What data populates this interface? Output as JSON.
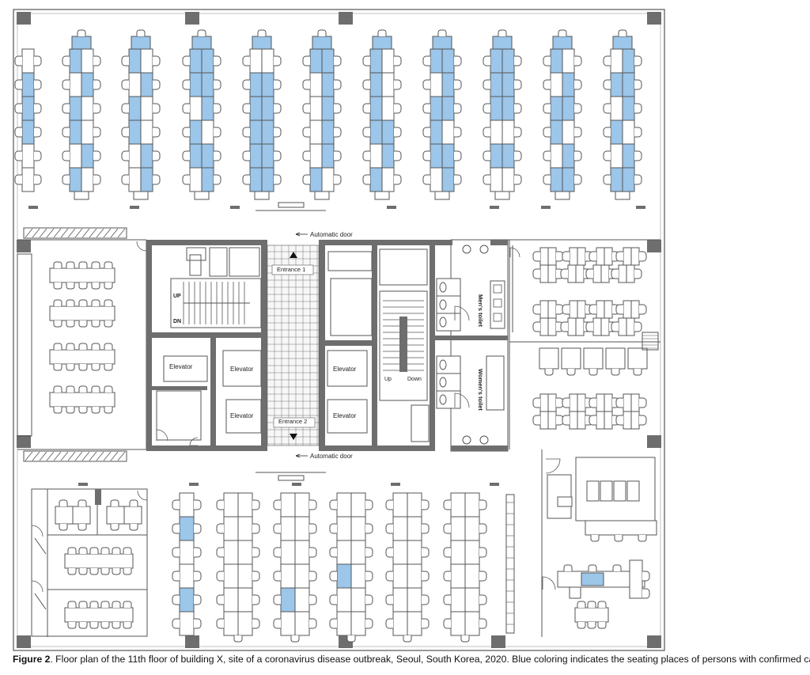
{
  "labels": {
    "automatic_door": "Automatic door",
    "entrance_1": "Entrance 1",
    "entrance_2": "Entrance 2",
    "elevator": "Elevator",
    "up": "UP",
    "dn": "DN",
    "up2": "Up",
    "down": "Down",
    "mens_toilet": "Men's toilet",
    "womens_toilet": "Women's toilet"
  },
  "caption": {
    "figure": "Figure 2",
    "text": ". Floor plan of the 11th floor of building X, site of a coronavirus disease outbreak, Seoul, South Korea, 2020. Blue coloring indicates the seating places of persons with confirmed cases."
  },
  "colors": {
    "wall": "#6e6e6e",
    "line": "#555555",
    "confirmed": "#9cc6ea",
    "desk": "#ffffff"
  },
  "seating": {
    "top_rows": 6,
    "top_columns": [
      {
        "blue": [
          [
            1,
            0
          ],
          [
            2,
            0
          ],
          [
            3,
            0
          ]
        ]
      },
      {
        "blue": [
          [
            0,
            0
          ],
          [
            1,
            1
          ],
          [
            2,
            0
          ],
          [
            3,
            0
          ],
          [
            4,
            1
          ],
          [
            5,
            0
          ]
        ]
      },
      {
        "blue": [
          [
            0,
            0
          ],
          [
            1,
            1
          ],
          [
            2,
            0
          ],
          [
            3,
            0
          ],
          [
            4,
            1
          ],
          [
            5,
            1
          ]
        ]
      },
      {
        "blue": [
          [
            0,
            0
          ],
          [
            0,
            1
          ],
          [
            1,
            0
          ],
          [
            1,
            1
          ],
          [
            2,
            1
          ],
          [
            3,
            0
          ],
          [
            4,
            0
          ],
          [
            4,
            1
          ],
          [
            5,
            1
          ]
        ]
      },
      {
        "blue": [
          [
            1,
            0
          ],
          [
            1,
            1
          ],
          [
            2,
            0
          ],
          [
            2,
            1
          ],
          [
            3,
            0
          ],
          [
            3,
            1
          ],
          [
            4,
            0
          ],
          [
            4,
            1
          ],
          [
            5,
            0
          ],
          [
            5,
            1
          ]
        ]
      },
      {
        "blue": [
          [
            0,
            0
          ],
          [
            0,
            1
          ],
          [
            1,
            1
          ],
          [
            2,
            1
          ],
          [
            3,
            1
          ],
          [
            4,
            1
          ],
          [
            5,
            0
          ]
        ]
      },
      {
        "blue": [
          [
            0,
            0
          ],
          [
            1,
            0
          ],
          [
            2,
            0
          ],
          [
            3,
            0
          ],
          [
            3,
            1
          ],
          [
            4,
            1
          ],
          [
            5,
            0
          ]
        ]
      },
      {
        "blue": [
          [
            0,
            0
          ],
          [
            0,
            1
          ],
          [
            1,
            1
          ],
          [
            2,
            0
          ],
          [
            2,
            1
          ],
          [
            3,
            0
          ],
          [
            4,
            0
          ],
          [
            4,
            1
          ],
          [
            5,
            1
          ]
        ]
      },
      {
        "blue": [
          [
            0,
            0
          ],
          [
            0,
            1
          ],
          [
            1,
            0
          ],
          [
            1,
            1
          ],
          [
            2,
            0
          ],
          [
            2,
            1
          ],
          [
            4,
            0
          ],
          [
            4,
            1
          ]
        ]
      },
      {
        "blue": [
          [
            0,
            0
          ],
          [
            1,
            1
          ],
          [
            2,
            0
          ],
          [
            2,
            1
          ],
          [
            3,
            0
          ],
          [
            4,
            1
          ],
          [
            5,
            0
          ],
          [
            5,
            1
          ]
        ]
      },
      {
        "blue": [
          [
            0,
            1
          ],
          [
            1,
            0
          ],
          [
            1,
            1
          ],
          [
            2,
            1
          ],
          [
            3,
            0
          ],
          [
            4,
            1
          ],
          [
            5,
            0
          ],
          [
            5,
            1
          ]
        ]
      }
    ],
    "bottom_rows": 6,
    "bottom_columns": [
      {
        "blue": [
          [
            1,
            0
          ],
          [
            4,
            0
          ]
        ]
      },
      {
        "blue": []
      },
      {
        "blue": [
          [
            4,
            0
          ]
        ]
      },
      {
        "blue": [
          [
            3,
            0
          ]
        ]
      },
      {
        "blue": []
      },
      {
        "blue": []
      }
    ]
  }
}
